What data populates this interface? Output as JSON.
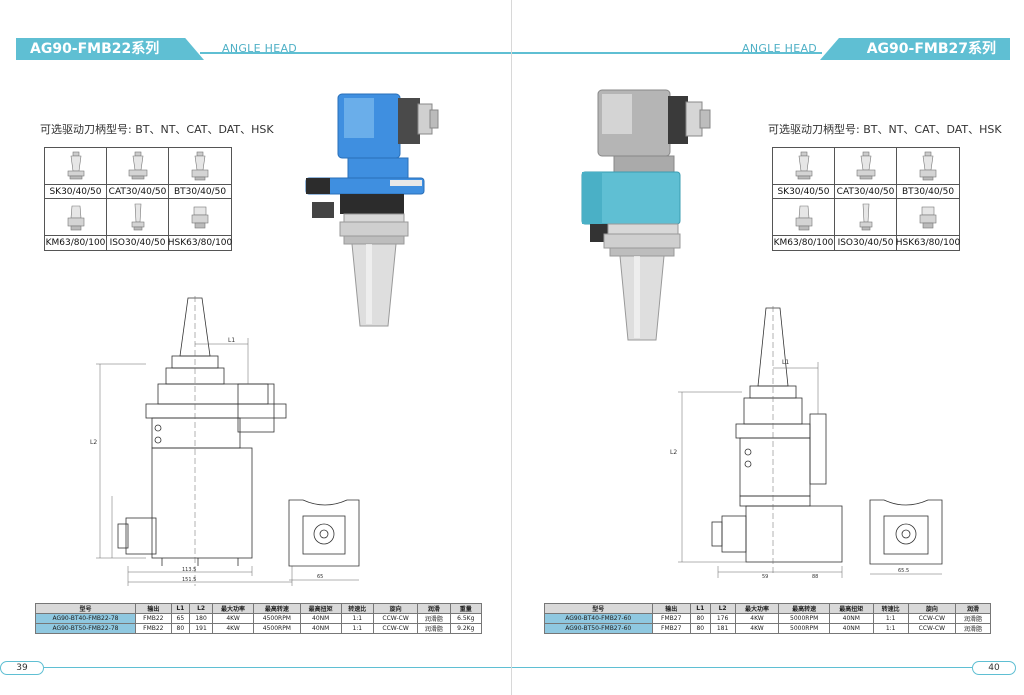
{
  "left": {
    "title": "AG90-FMB22系列",
    "subtitle": "ANGLE HEAD",
    "shank_title": "可选驱动刀柄型号: BT、NT、CAT、DAT、HSK",
    "shanks": [
      "SK30/40/50",
      "CAT30/40/50",
      "BT30/40/50",
      "KM63/80/100",
      "ISO30/40/50",
      "HSK63/80/100"
    ],
    "dims": {
      "l1": "L1",
      "l2": "L2",
      "d1": "113.5",
      "d2": "151.5",
      "d3": "65"
    },
    "table": {
      "headers": [
        "型号",
        "输出",
        "L1",
        "L2",
        "最大功率",
        "最高转速",
        "最高扭矩",
        "转速比",
        "旋向",
        "润滑",
        "重量"
      ],
      "rows": [
        [
          "AG90-BT40-FMB22-78",
          "FMB22",
          "65",
          "180",
          "4KW",
          "4500RPM",
          "40NM",
          "1:1",
          "CCW-CW",
          "润滑脂",
          "6.5Kg"
        ],
        [
          "AG90-BT50-FMB22-78",
          "FMB22",
          "80",
          "191",
          "4KW",
          "4500RPM",
          "40NM",
          "1:1",
          "CCW-CW",
          "润滑脂",
          "9.2Kg"
        ]
      ]
    },
    "page_number": "39",
    "colors": {
      "body": "#3f8fe0",
      "accent": "#5fbfd3"
    }
  },
  "right": {
    "title": "AG90-FMB27系列",
    "subtitle": "ANGLE HEAD",
    "shank_title": "可选驱动刀柄型号: BT、NT、CAT、DAT、HSK",
    "shanks": [
      "SK30/40/50",
      "CAT30/40/50",
      "BT30/40/50",
      "KM63/80/100",
      "ISO30/40/50",
      "HSK63/80/100"
    ],
    "dims": {
      "l1": "L1",
      "l2": "L2",
      "d1": "59",
      "d2": "88",
      "d3": "65.5"
    },
    "table": {
      "headers": [
        "型号",
        "输出",
        "L1",
        "L2",
        "最大功率",
        "最高转速",
        "最高扭矩",
        "转速比",
        "旋向",
        "润滑"
      ],
      "rows": [
        [
          "AG90-BT40-FMB27-60",
          "FMB27",
          "80",
          "176",
          "4KW",
          "5000RPM",
          "40NM",
          "1:1",
          "CCW-CW",
          "润滑脂"
        ],
        [
          "AG90-BT50-FMB27-60",
          "FMB27",
          "80",
          "181",
          "4KW",
          "5000RPM",
          "40NM",
          "1:1",
          "CCW-CW",
          "润滑脂"
        ]
      ]
    },
    "page_number": "40",
    "colors": {
      "body": "#a8a8a8",
      "accent": "#5fbfd3"
    }
  }
}
